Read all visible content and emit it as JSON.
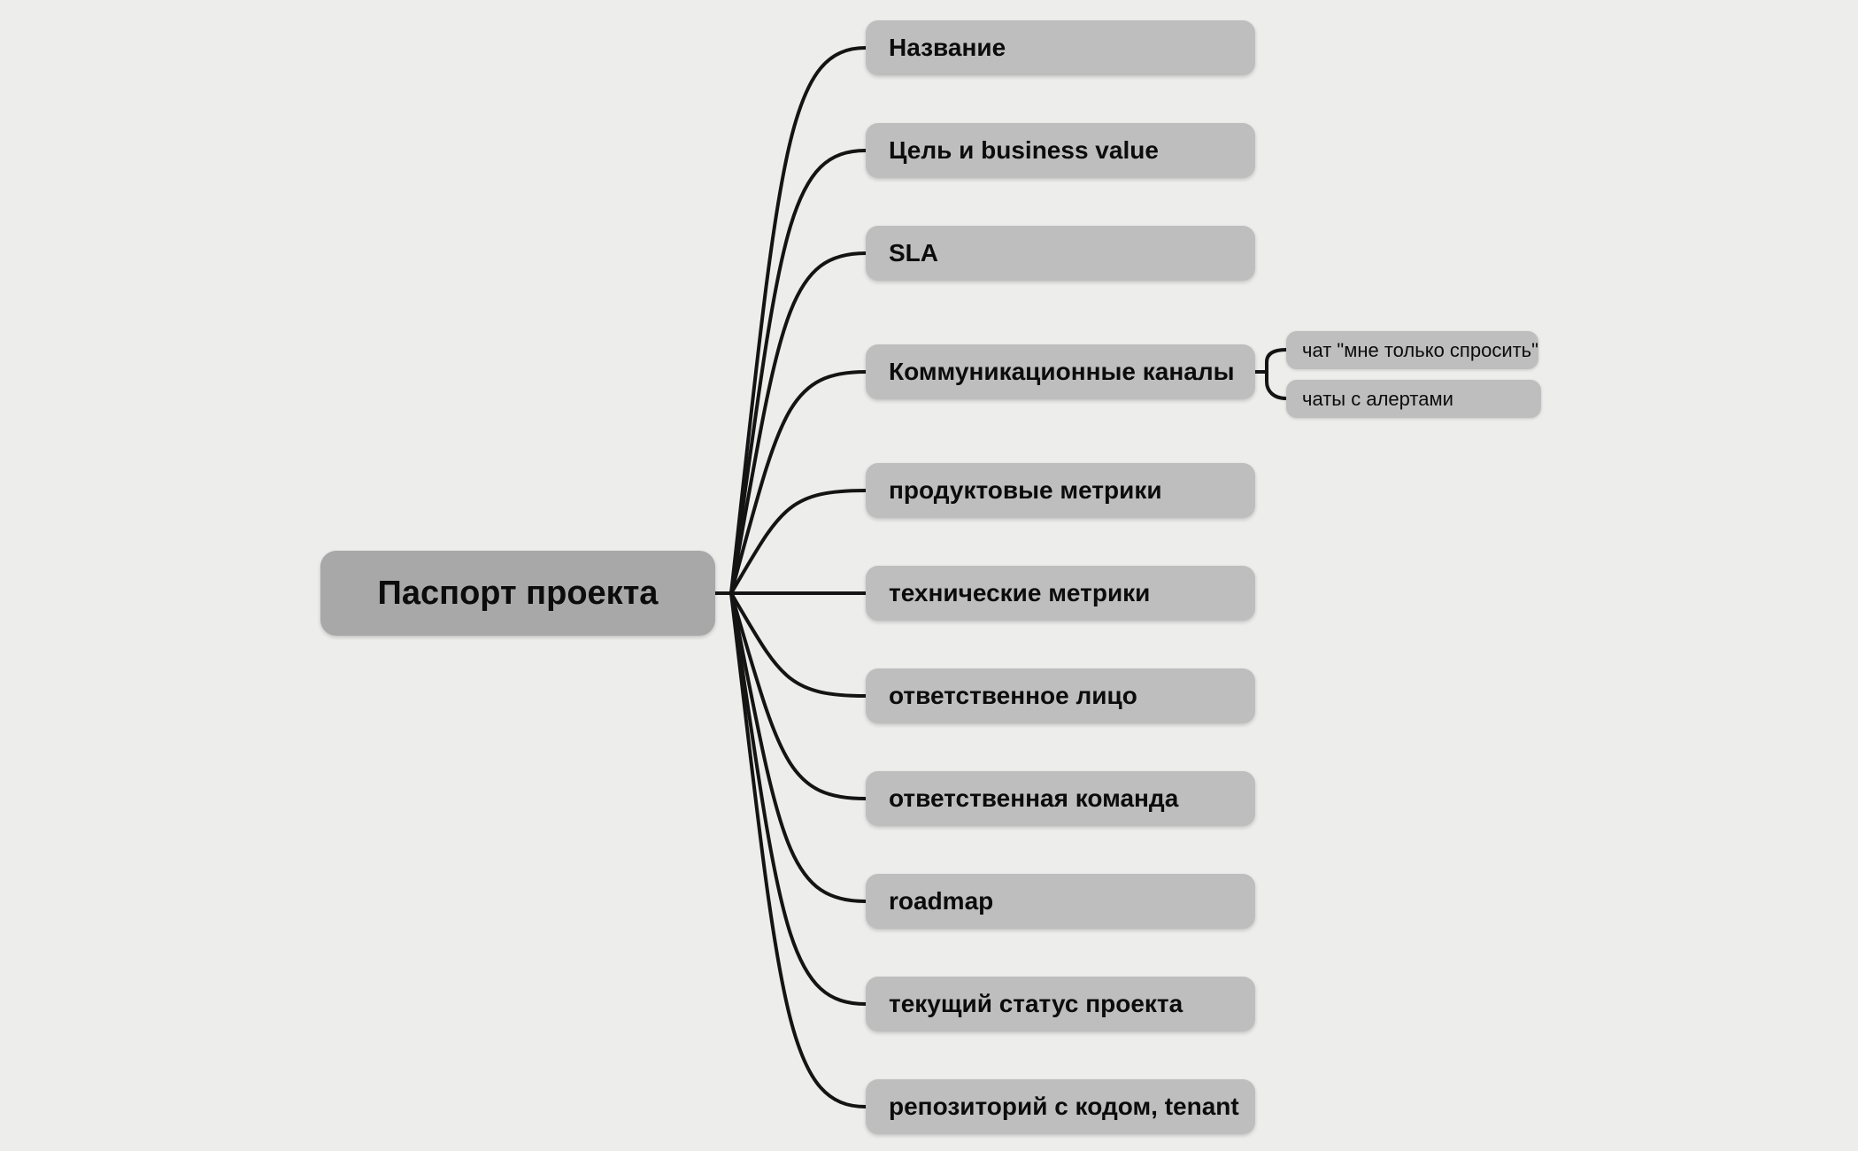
{
  "diagram": {
    "type": "mindmap",
    "root": {
      "label": "Паспорт проекта"
    },
    "branches": [
      {
        "label": "Название"
      },
      {
        "label": "Цель и business value"
      },
      {
        "label": "SLA"
      },
      {
        "label": "Коммуникационные каналы",
        "children": [
          {
            "label": "чат \"мне только спросить\""
          },
          {
            "label": "чаты с алертами"
          }
        ]
      },
      {
        "label": "продуктовые метрики"
      },
      {
        "label": "технические метрики"
      },
      {
        "label": "ответственное лицо"
      },
      {
        "label": "ответственная команда"
      },
      {
        "label": "roadmap"
      },
      {
        "label": "текущий статус проекта"
      },
      {
        "label": "репозиторий с кодом, tenant"
      }
    ]
  },
  "colors": {
    "background": "#ededec",
    "branch_node_fill": "#bebebe",
    "root_node_fill": "#a8a8a8",
    "connector_line": "#141414",
    "text": "#0c0c0c"
  }
}
